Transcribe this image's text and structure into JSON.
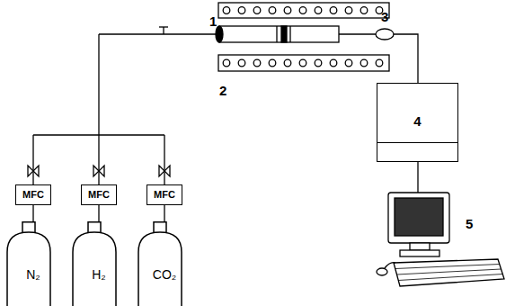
{
  "diagram": {
    "nodes": [
      {
        "text": [
          "MFC"
        ]
      },
      {
        "text": [
          "MFC"
        ]
      },
      {
        "text": [
          "MFC"
        ]
      },
      {
        "text": [
          "N₂"
        ]
      },
      {
        "text": [
          "H₂"
        ]
      },
      {
        "text": [
          "CO₂"
        ]
      },
      {
        "text": [
          "4"
        ]
      }
    ],
    "edges": [
      {
        "from": 3,
        "to": 0,
        "arrow": "none"
      },
      {
        "from": 4,
        "to": 1,
        "arrow": "none"
      },
      {
        "from": 5,
        "to": 2,
        "arrow": "none"
      }
    ],
    "labels": [
      "1",
      "2",
      "3",
      "5"
    ]
  }
}
